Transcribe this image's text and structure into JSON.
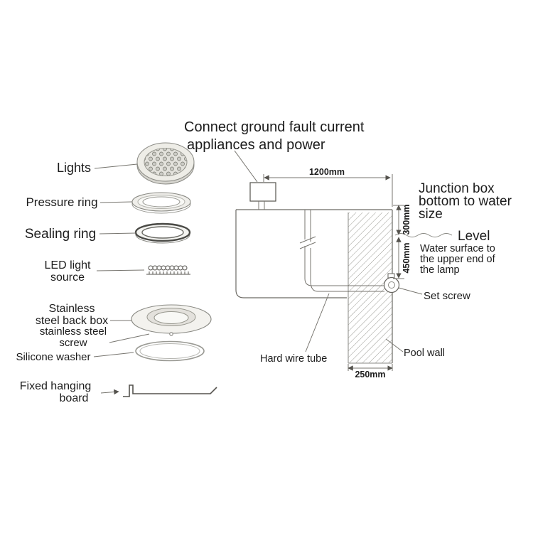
{
  "colors": {
    "text": "#1c1c1c",
    "line": "#6c6a64",
    "hatch": "#9a9a94"
  },
  "exploded": {
    "lights": "Lights",
    "pressure_ring": "Pressure ring",
    "sealing_ring": "Sealing ring",
    "led_line1": "LED light",
    "led_line2": "source",
    "backbox_line1": "Stainless",
    "backbox_line2": "steel back box",
    "screw_line1": "stainless steel",
    "screw_line2": "screw",
    "washer": "Silicone washer",
    "board_line1": "Fixed hanging",
    "board_line2": "board"
  },
  "install": {
    "connect_line1": "Connect ground fault current",
    "connect_line2": "appliances and power",
    "dim_width": "1200mm",
    "junction_line1": "Junction box",
    "junction_line2": "bottom to water",
    "junction_line3": "size",
    "dim_box_to_water": "300mm",
    "level": "Level",
    "water_line1": "Water surface to",
    "water_line2": "the upper end of",
    "water_line3": "the lamp",
    "dim_water_to_lamp": "450mm",
    "set_screw": "Set screw",
    "hard_wire_tube": "Hard wire tube",
    "pool_wall": "Pool wall",
    "dim_wall": "250mm"
  }
}
